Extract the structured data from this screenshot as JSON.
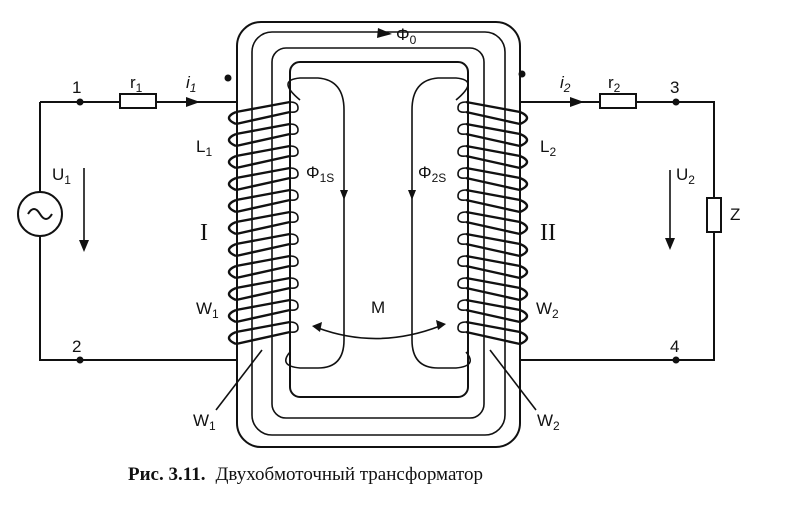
{
  "diagram": {
    "nodes": {
      "n1": "1",
      "n2": "2",
      "n3": "3",
      "n4": "4"
    },
    "labels": {
      "r1": {
        "main": "r",
        "sub": "1"
      },
      "r2": {
        "main": "r",
        "sub": "2"
      },
      "i1": {
        "main": "i",
        "sub": "1"
      },
      "i2": {
        "main": "i",
        "sub": "2"
      },
      "U1": {
        "main": "U",
        "sub": "1"
      },
      "U2": {
        "main": "U",
        "sub": "2"
      },
      "L1": {
        "main": "L",
        "sub": "1"
      },
      "L2": {
        "main": "L",
        "sub": "2"
      },
      "W1_inner": {
        "main": "W",
        "sub": "1"
      },
      "W2_inner": {
        "main": "W",
        "sub": "2"
      },
      "W1_outer": {
        "main": "W",
        "sub": "1"
      },
      "W2_outer": {
        "main": "W",
        "sub": "2"
      },
      "Phi0": {
        "main": "Φ",
        "sub": "0"
      },
      "Phi1s": {
        "main": "Φ",
        "sub": "1S"
      },
      "Phi2s": {
        "main": "Φ",
        "sub": "2S"
      },
      "Z": "Z",
      "M": "M",
      "winding1": "I",
      "winding2": "II"
    }
  },
  "caption": {
    "prefix": "Рис. 3.11.",
    "text": "Двухобмоточный трансформатор"
  }
}
